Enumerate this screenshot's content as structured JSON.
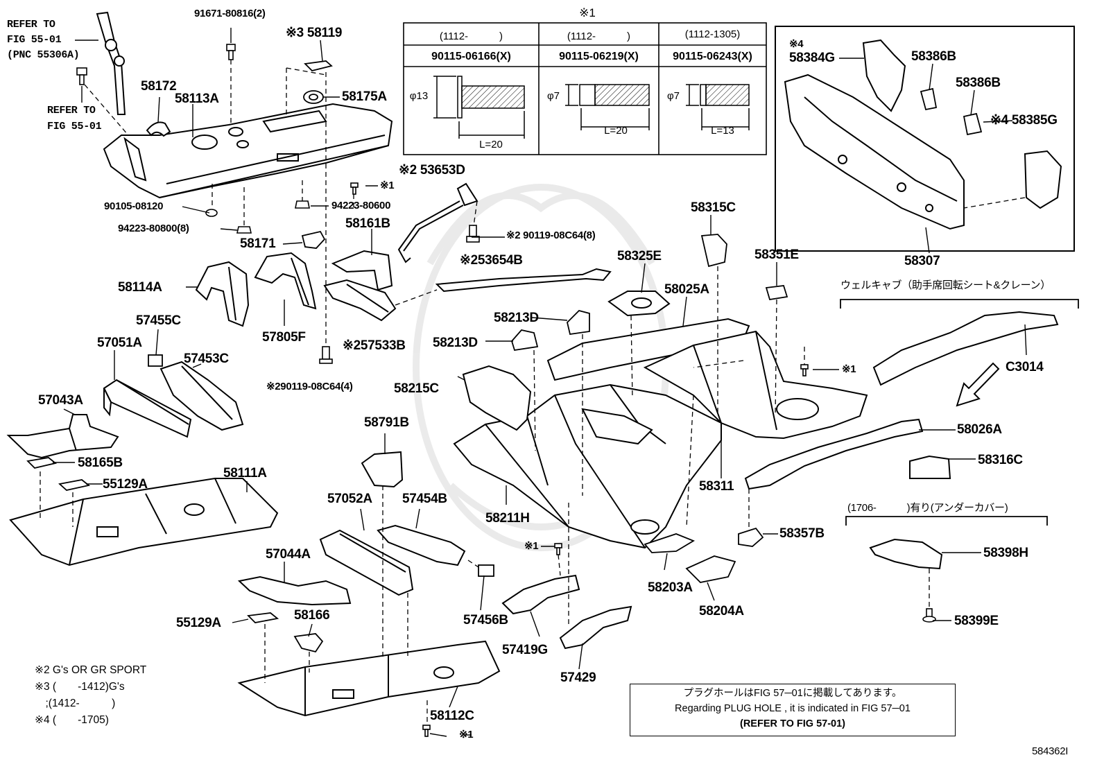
{
  "spec_table": {
    "title": "※1",
    "columns": [
      {
        "range": "(1112-　　　)",
        "part": "90115-06166(X)",
        "dia": "φ13",
        "length": "L=20"
      },
      {
        "range": "(1112-　　　)",
        "part": "90115-06219(X)",
        "dia": "φ7",
        "length": "L=20"
      },
      {
        "range": "(1112-1305)",
        "part": "90115-06243(X)",
        "dia": "φ7",
        "length": "L=13"
      }
    ]
  },
  "labels": {
    "refer_fig_55_01_a_line1": "REFER TO",
    "refer_fig_55_01_a_line2": "FIG 55-01",
    "refer_fig_55_01_a_line3": "(PNC 55306A)",
    "refer_fig_55_01_b_line1": "REFER TO",
    "refer_fig_55_01_b_line2": "FIG 55-01",
    "p91671": "91671-80816(2)",
    "p58119": "※3 58119",
    "p58172": "58172",
    "p58113A": "58113A",
    "p58175A": "58175A",
    "p90105": "90105-08120",
    "p94223_808": "94223-80800(8)",
    "p94223_806": "94223-80600",
    "bolt_mark1": "※1",
    "p58171": "58171",
    "p58161B": "58161B",
    "p53653D": "※2 53653D",
    "p90119_8": "※2 90119-08C64(8)",
    "p58114A": "58114A",
    "p57805F": "57805F",
    "p53654B": "※253654B",
    "p57533B": "※257533B",
    "p90119_4": "※290119-08C64(4)",
    "p57455C": "57455C",
    "p57051A": "57051A",
    "p57453C": "57453C",
    "p57043A": "57043A",
    "p58165B": "58165B",
    "p55129A_1": "55129A",
    "p58111A": "58111A",
    "p58384G": "58384G",
    "p58384G_mark": "※4",
    "p58386B_1": "58386B",
    "p58386B_2": "58386B",
    "p58385G": "※4 58385G",
    "p58307": "58307",
    "p58315C": "58315C",
    "p58325E": "58325E",
    "p58351E": "58351E",
    "p58025A": "58025A",
    "p58213D_1": "58213D",
    "p58213D_2": "58213D",
    "p58215C": "58215C",
    "bolt_mark2": "※1",
    "wel_cab": "ウェルキャブ（助手席回転シート&クレーン）",
    "pC3014": "C3014",
    "p58026A": "58026A",
    "p58316C": "58316C",
    "p58311": "58311",
    "p58791B": "58791B",
    "p57052A": "57052A",
    "p57454B": "57454B",
    "p58211H": "58211H",
    "bolt_mark3": "※1",
    "p58357B": "58357B",
    "undercover": "(1706-　　　)有り(アンダーカバー)",
    "p58398H": "58398H",
    "p57044A": "57044A",
    "p58203A": "58203A",
    "p58204A": "58204A",
    "p57456B": "57456B",
    "p58399E": "58399E",
    "p55129A_2": "55129A",
    "p58166": "58166",
    "p57419G": "57419G",
    "p57429": "57429",
    "p58112C": "58112C",
    "bolt_mark4": "※1"
  },
  "legend": {
    "line1": "※2 G's OR GR SPORT",
    "line2": "※3 (　　-1412)G's",
    "line3": "　;(1412-　　　)",
    "line4": "※4 (　　-1705)"
  },
  "note_box": {
    "line1": "プラグホールはFIG 57─01に掲載してあります。",
    "line2": "Regarding  PLUG  HOLE , it is indicated in FIG  57─01",
    "line3": "(REFER  TO  FIG 57-01)"
  },
  "figure_id": "584362I"
}
